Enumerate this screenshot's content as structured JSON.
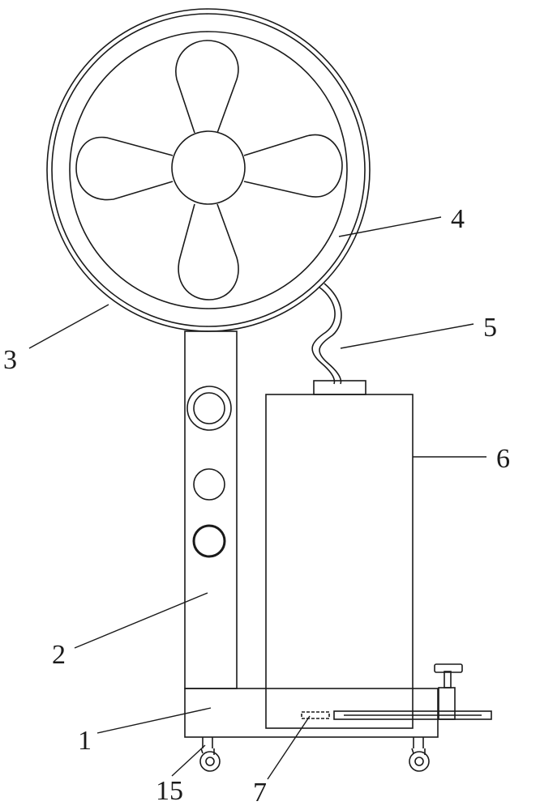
{
  "labels": {
    "base": "1",
    "column": "2",
    "fan_housing": "3",
    "fan_guard_ring": "4",
    "hose": "5",
    "water_tank": "6",
    "slide_rail": "7",
    "caster": "15"
  },
  "colors": {
    "line": "#1a1a1a",
    "background": "#ffffff"
  }
}
